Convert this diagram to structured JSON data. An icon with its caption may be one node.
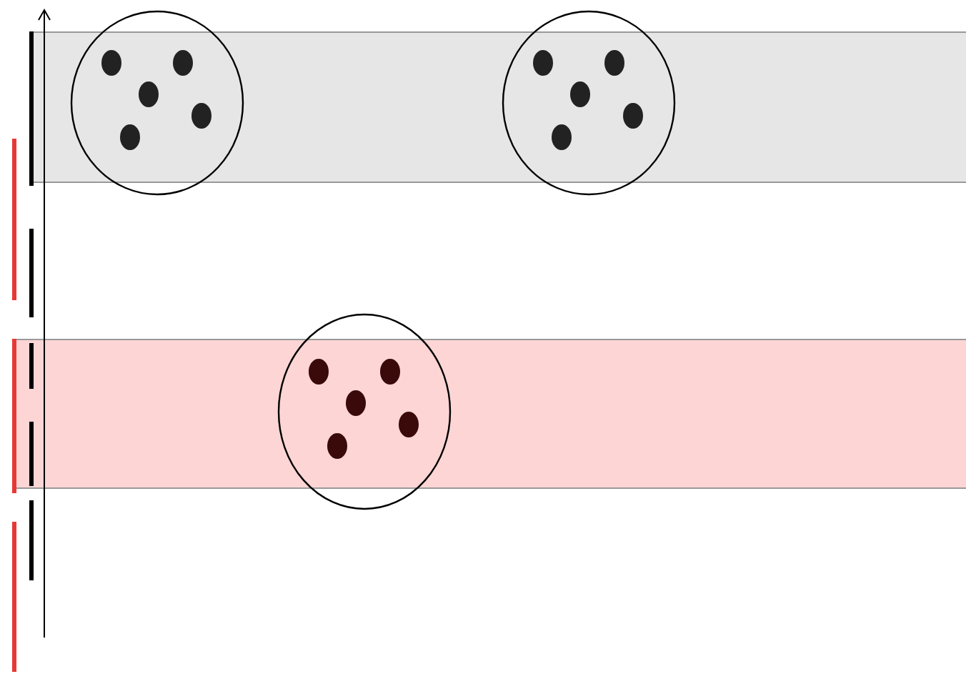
{
  "diagram": {
    "nodes": [
      {
        "text": [],
        "shape": "box"
      },
      {
        "text": [],
        "shape": "circle"
      },
      {
        "text": [],
        "shape": "circle"
      },
      {
        "text": [],
        "shape": "box"
      },
      {
        "text": [],
        "shape": "circle"
      }
    ]
  }
}
